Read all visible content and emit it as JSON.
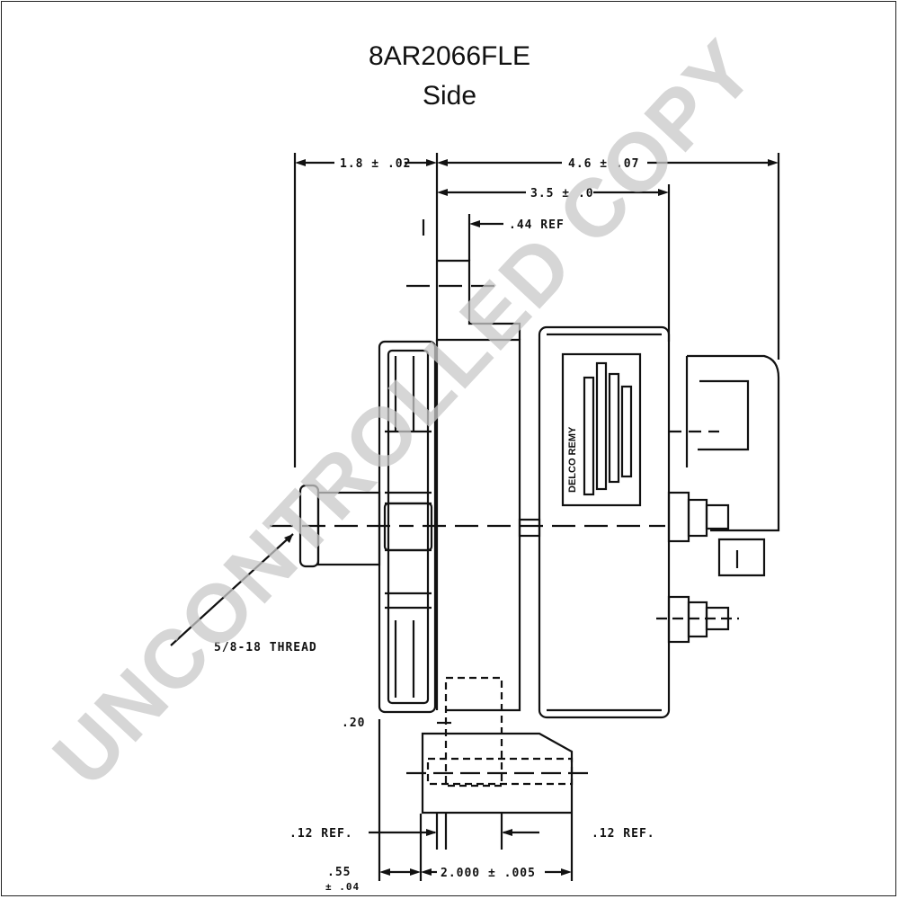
{
  "title": "8AR2066FLE",
  "subtitle": "Side",
  "dimensions": {
    "d_top_left": "1.8 ± .02",
    "d_top_right": "4.6 ± .07",
    "d_second": "3.5 ± .0",
    "d_ref44": ".44 REF",
    "d_thread": "5/8-18 THREAD",
    "d_020": ".20",
    "d_012_left": ".12 REF.",
    "d_012_right": ".12 REF.",
    "d_055": ".55",
    "d_004": "± .04",
    "d_2000": "2.000 ± .005"
  },
  "watermark": "UNCONTROLLED COPY",
  "brand_label": "DELCO REMY"
}
